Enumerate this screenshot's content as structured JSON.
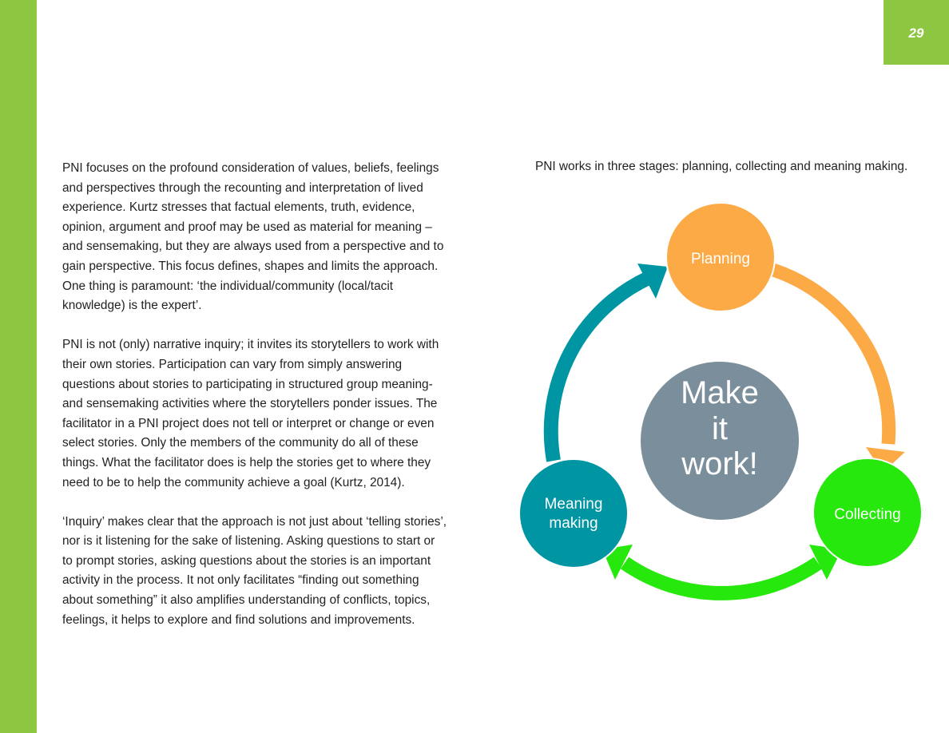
{
  "page_number": "29",
  "body": {
    "paragraphs": [
      "PNI focuses on the profound consideration of values, beliefs, feelings and perspectives through the recounting and interpretation of lived experience. Kurtz stresses that factual elements, truth, evidence, opinion, argument and proof may be used as material for meaning – and sensemaking, but they are always used from a perspective and to gain perspective. This focus defines, shapes and limits the approach. One thing is paramount: ‘the individual/community (local/tacit knowledge) is the expert’.",
      "PNI is not (only) narrative inquiry; it invites its storytellers to work with their own stories. Participation can vary from simply answering questions about stories to participating in structured group meaning- and sensemaking activities where the storytellers ponder issues. The facilitator in a PNI project does not tell or interpret or change or even select stories. Only the members of the community do all of these things. What the facilitator does is help the stories get to where they need to be to help the community achieve a goal (Kurtz, 2014).",
      "‘Inquiry’ makes clear that the approach is not just about ‘telling stories’, nor is it listening for the sake of listening. Asking questions to start or to prompt stories, asking questions about the stories is an important activity in the process. It not only facilitates “finding out something about something” it also amplifies understanding of conflicts, topics, feelings, it helps to explore and find solutions and improvements."
    ]
  },
  "diagram": {
    "caption": "PNI works in three stages: planning, collecting and meaning making.",
    "center": {
      "line1": "Make",
      "line2": "it",
      "line3": "work!",
      "color": "#7a8f9b"
    },
    "stages": {
      "planning": {
        "label": "Planning",
        "color": "#fbaa45"
      },
      "collecting": {
        "label": "Collecting",
        "color": "#27e80c"
      },
      "meaning": {
        "line1": "Meaning",
        "line2": "making",
        "color": "#0095a3"
      }
    }
  },
  "colors": {
    "accent": "#8dc641"
  }
}
